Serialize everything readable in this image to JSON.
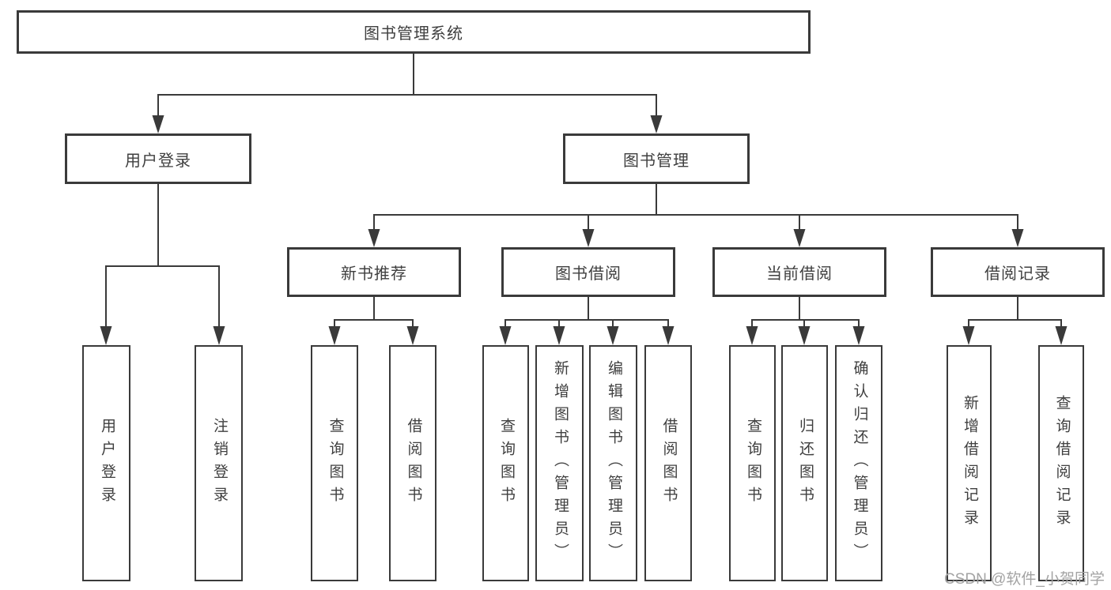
{
  "diagram": {
    "root": {
      "label": "图书管理系统"
    },
    "branches": [
      {
        "label": "用户登录",
        "children": [
          {
            "label": "用户登录"
          },
          {
            "label": "注销登录"
          }
        ]
      },
      {
        "label": "图书管理",
        "children": [
          {
            "label": "新书推荐",
            "children": [
              {
                "label": "查询图书"
              },
              {
                "label": "借阅图书"
              }
            ]
          },
          {
            "label": "图书借阅",
            "children": [
              {
                "label": "查询图书"
              },
              {
                "label": "新增图书（管理员）"
              },
              {
                "label": "编辑图书（管理员）"
              },
              {
                "label": "借阅图书"
              }
            ]
          },
          {
            "label": "当前借阅",
            "children": [
              {
                "label": "查询图书"
              },
              {
                "label": "归还图书"
              },
              {
                "label": "确认归还（管理员）"
              }
            ]
          },
          {
            "label": "借阅记录",
            "children": [
              {
                "label": "新增借阅记录"
              },
              {
                "label": "查询借阅记录"
              }
            ]
          }
        ]
      }
    ]
  },
  "watermark": {
    "text": "CSDN @软件_小贺同学"
  },
  "colors": {
    "line": "#3a3a3a",
    "text": "#3f3f3f",
    "watermark": "#a3a3a3",
    "background": "#ffffff"
  }
}
